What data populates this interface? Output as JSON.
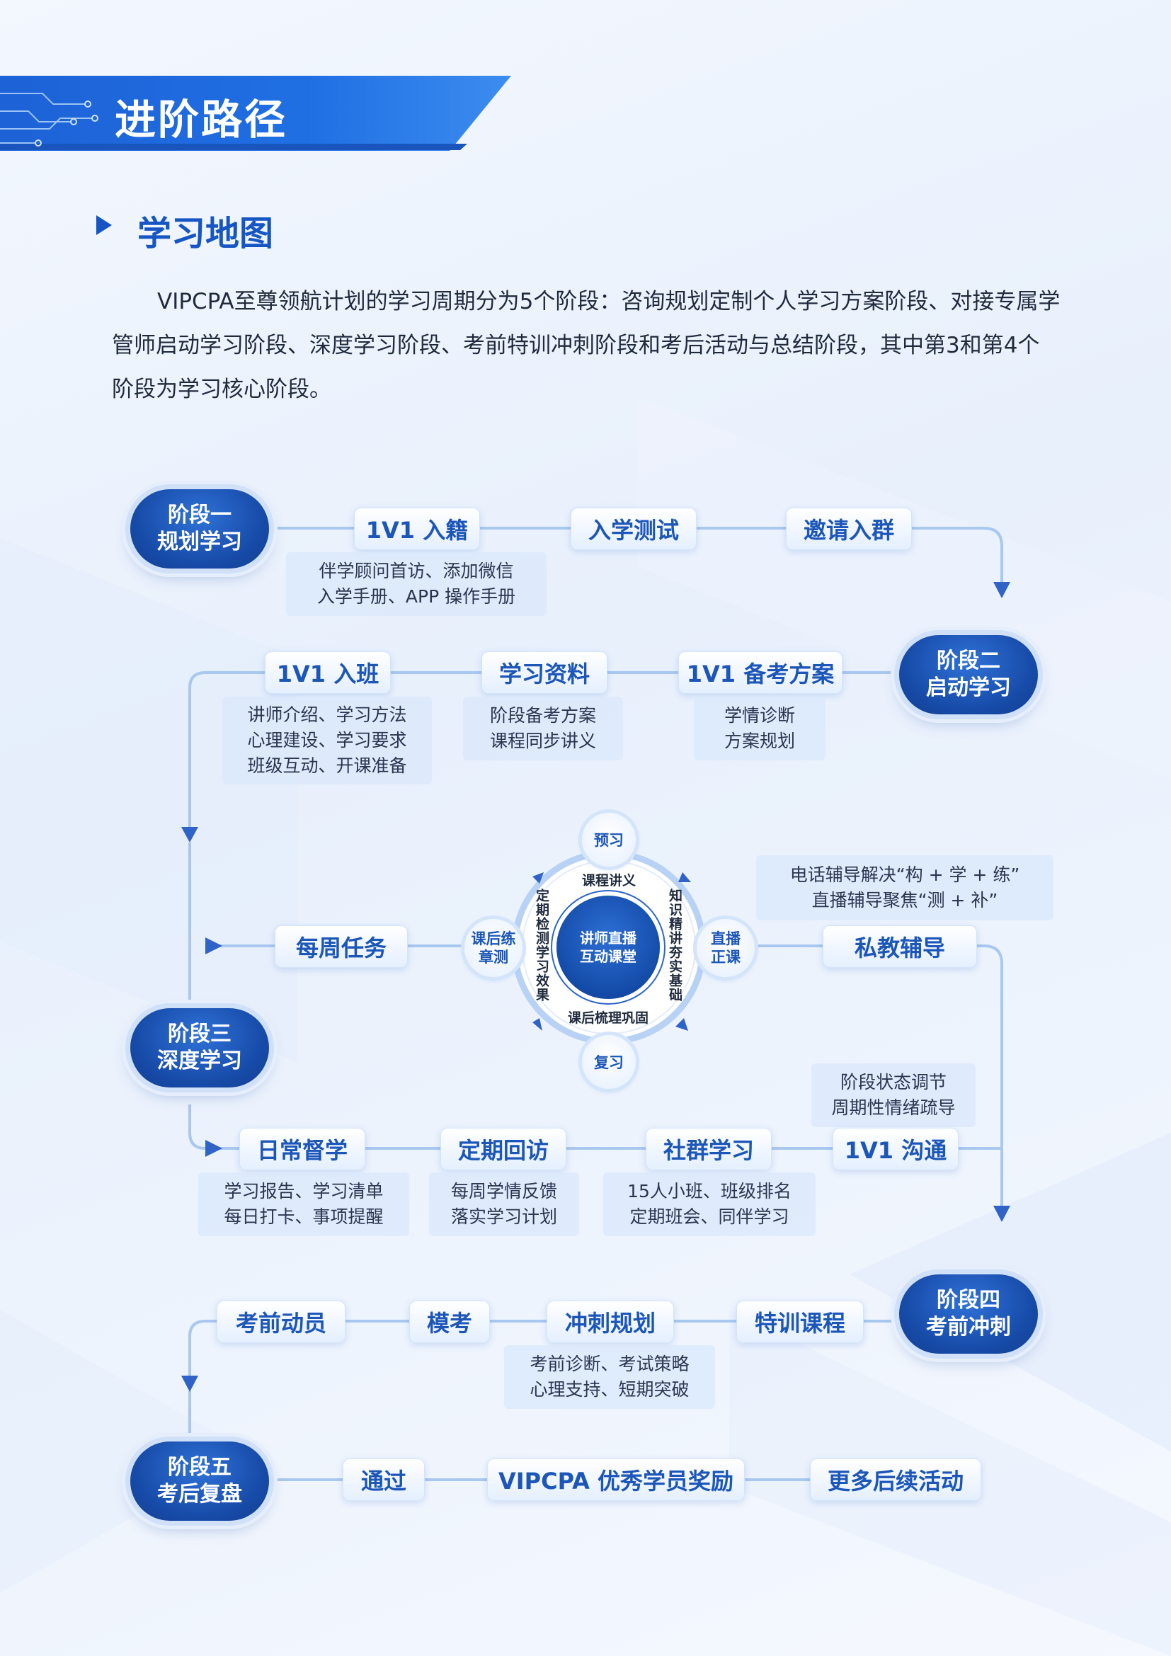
{
  "header": {
    "title": "进阶路径",
    "subtitle": "学习地图"
  },
  "intro": {
    "paragraph": "VIPCPA至尊领航计划的学习周期分为5个阶段：咨询规划定制个人学习方案阶段、对接专属学管师启动学习阶段、深度学习阶段、考前特训冲刺阶段和考后活动与总结阶段，其中第3和第4个阶段为学习核心阶段。"
  },
  "stages": [
    {
      "line1": "阶段一",
      "line2": "规划学习"
    },
    {
      "line1": "阶段二",
      "line2": "启动学习"
    },
    {
      "line1": "阶段三",
      "line2": "深度学习"
    },
    {
      "line1": "阶段四",
      "line2": "考前冲刺"
    },
    {
      "line1": "阶段五",
      "line2": "考后复盘"
    }
  ],
  "row1": {
    "steps": [
      "1V1 入籍",
      "入学测试",
      "邀请入群"
    ],
    "note": {
      "line1": "伴学顾问首访、添加微信",
      "line2": "入学手册、APP 操作手册"
    }
  },
  "row2": {
    "steps": [
      "1V1 入班",
      "学习资料",
      "1V1 备考方案"
    ],
    "notes": [
      {
        "line1": "讲师介绍、学习方法",
        "line2": "心理建设、学习要求",
        "line3": "班级互动、开课准备"
      },
      {
        "line1": "阶段备考方案",
        "line2": "课程同步讲义"
      },
      {
        "line1": "学情诊断",
        "line2": "方案规划"
      }
    ]
  },
  "row3": {
    "left_step": "每周任务",
    "right_step": "私教辅导",
    "right_note": {
      "line1": "电话辅导解决“构 + 学 + 练”",
      "line2": "直播辅导聚焦“测 + 补”"
    },
    "cycle": {
      "core_line1": "讲师直播",
      "core_line2": "互动课堂",
      "top": "预习",
      "bottom": "复习",
      "left_line1": "课后练",
      "left_line2": "章测",
      "right_line1": "直播",
      "right_line2": "正课",
      "arc_top": "课程讲义",
      "arc_bottom": "课后梳理巩固",
      "arc_left": "定期检测学习效果",
      "arc_right": "知识精讲夯实基础"
    }
  },
  "row4": {
    "steps": [
      "日常督学",
      "定期回访",
      "社群学习",
      "1V1 沟通"
    ],
    "notes": [
      {
        "line1": "学习报告、学习清单",
        "line2": "每日打卡、事项提醒"
      },
      {
        "line1": "每周学情反馈",
        "line2": "落实学习计划"
      },
      {
        "line1": "15人小班、班级排名",
        "line2": "定期班会、同伴学习"
      }
    ],
    "top_note": {
      "line1": "阶段状态调节",
      "line2": "周期性情绪疏导"
    }
  },
  "row5": {
    "steps": [
      "考前动员",
      "模考",
      "冲刺规划",
      "特训课程"
    ],
    "note": {
      "line1": "考前诊断、考试策略",
      "line2": "心理支持、短期突破"
    }
  },
  "row6": {
    "steps": [
      "通过",
      "VIPCPA 优秀学员奖励",
      "更多后续活动"
    ]
  },
  "colors": {
    "primary": "#1656c4",
    "stage": "#174ba8",
    "line": "#a9c8f0"
  }
}
